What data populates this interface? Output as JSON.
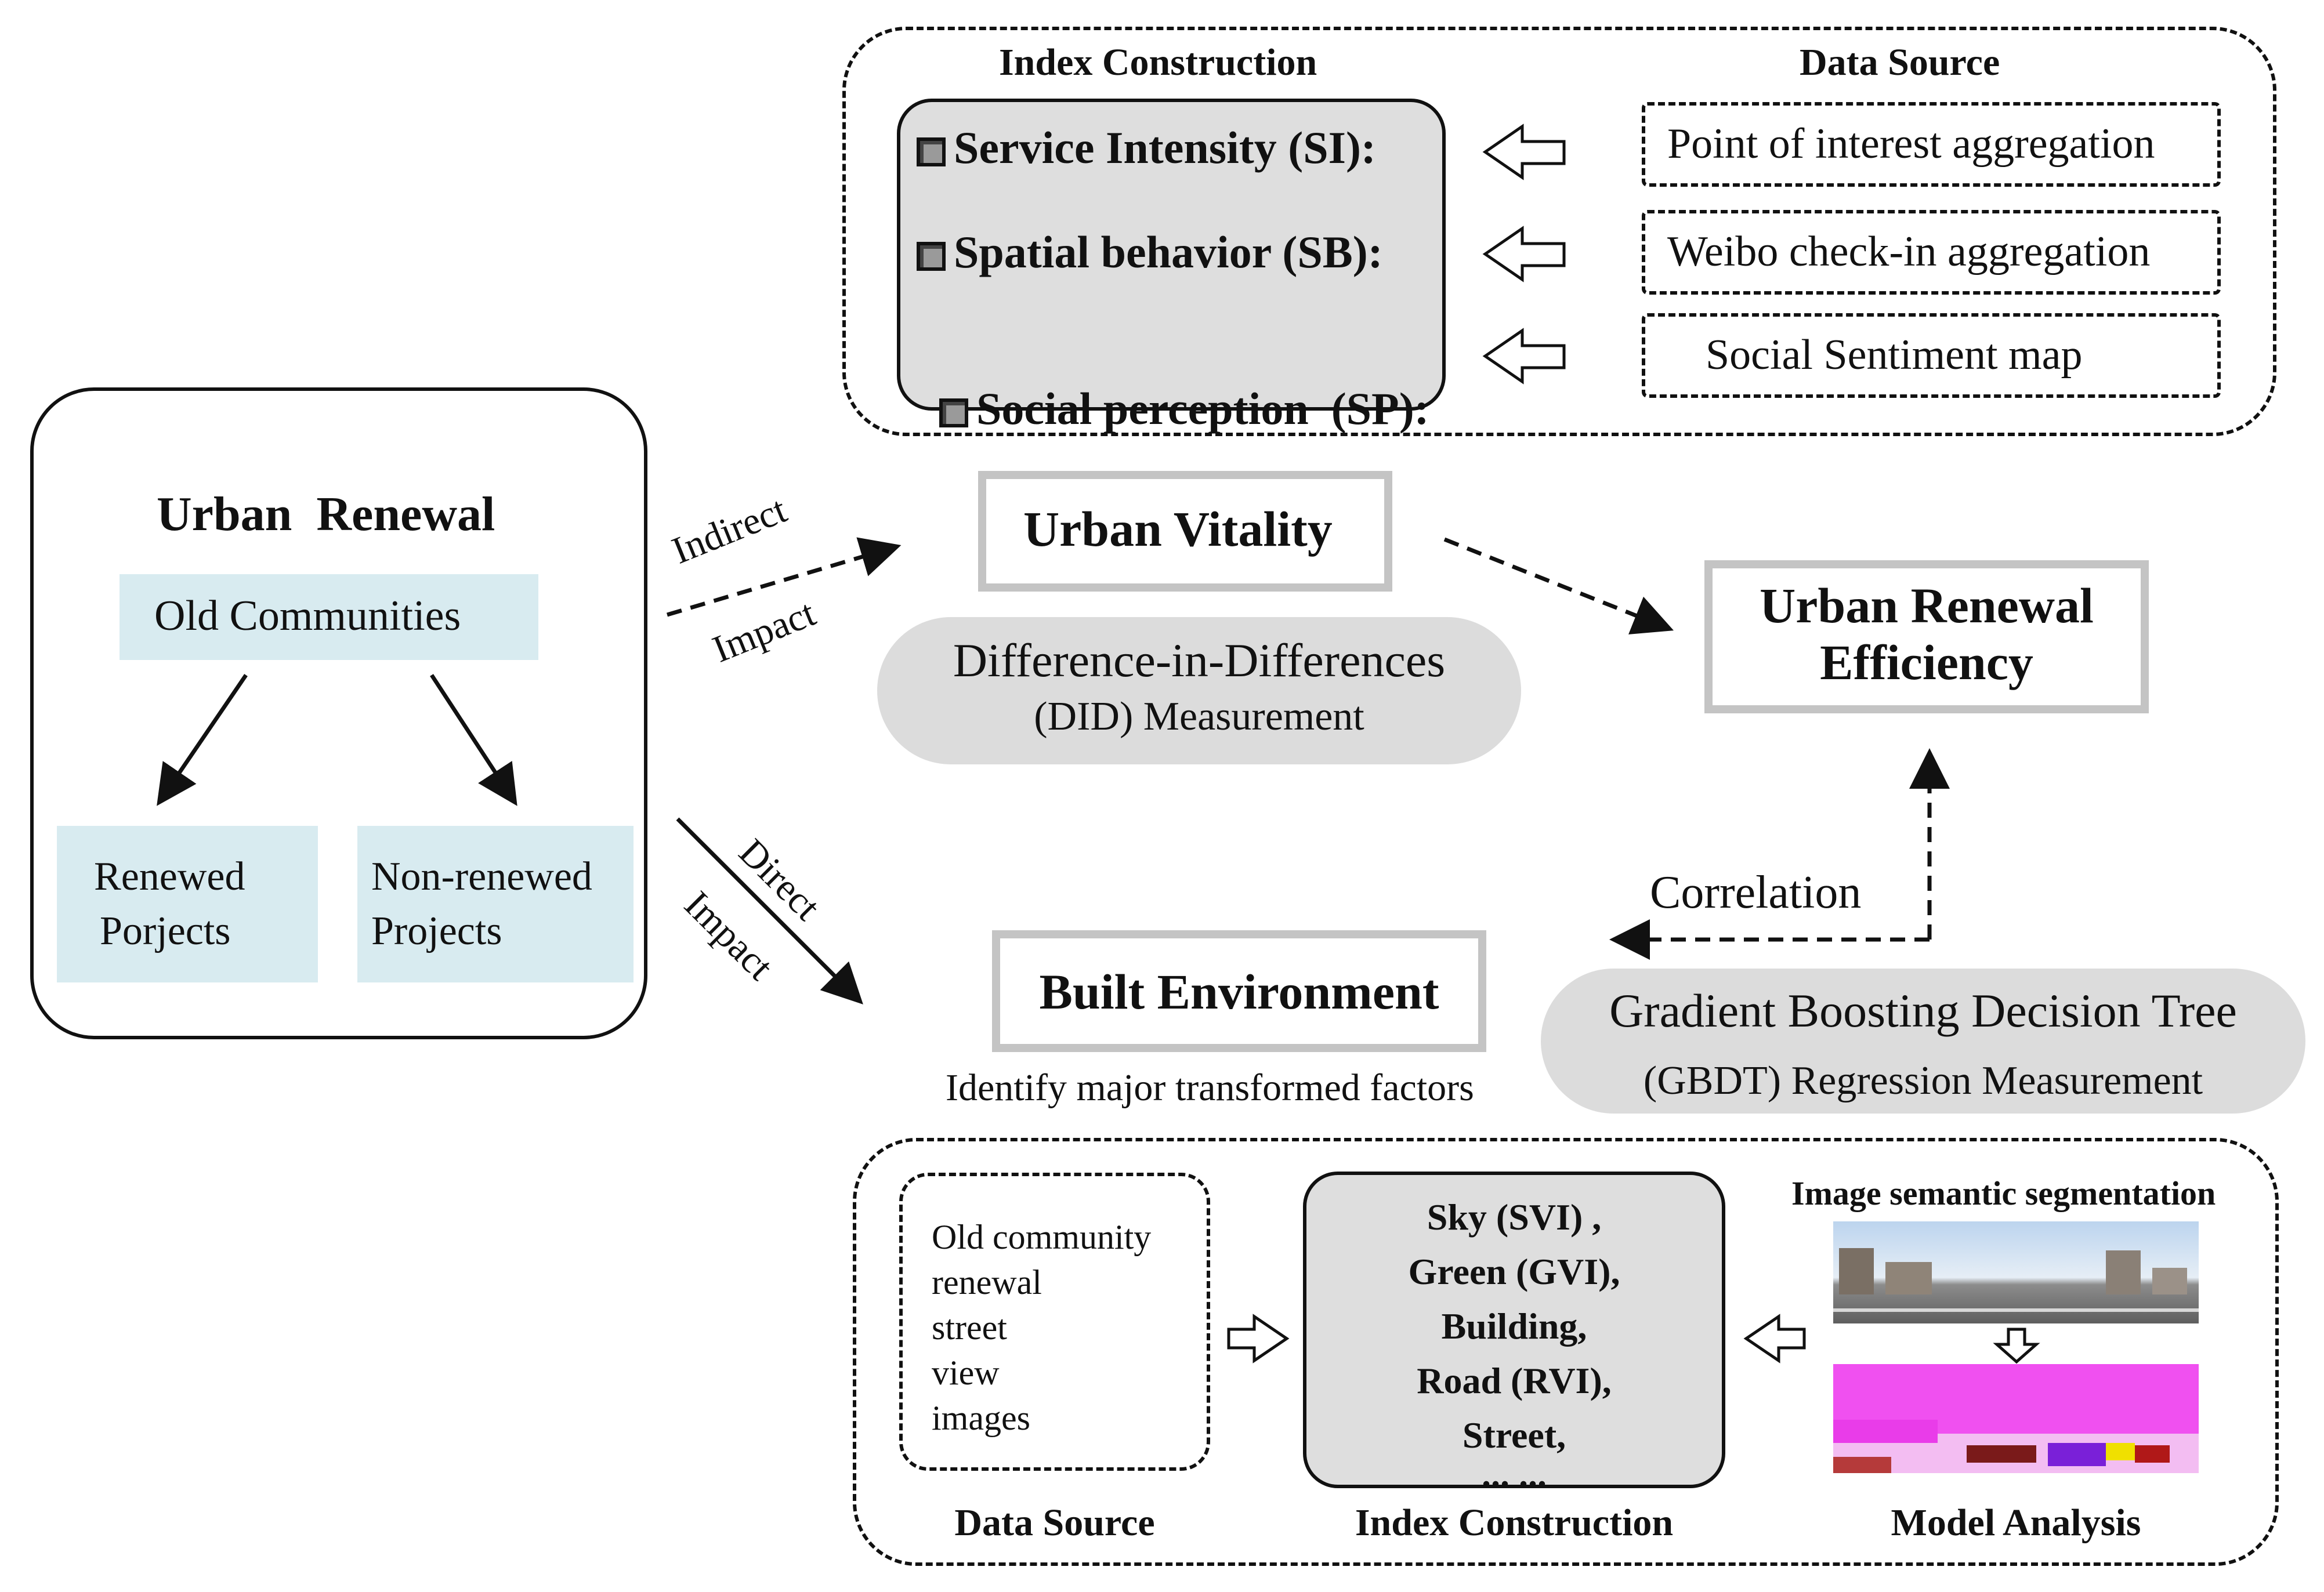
{
  "urban_renewal": {
    "title": "Urban  Renewal",
    "old_communities": "Old Communities",
    "renewed_line1": "Renewed",
    "renewed_line2": "Porjects",
    "nonrenewed_line1": "Non-renewed",
    "nonrenewed_line2": "Projects"
  },
  "impacts": {
    "indirect_line1": "Indirect",
    "indirect_line2": "Impact",
    "direct_line1": "Direct",
    "direct_line2": "Impact"
  },
  "top_panel": {
    "index_header": "Index Construction",
    "data_header": "Data Source",
    "index_items": [
      {
        "label": "Service Intensity (SI):"
      },
      {
        "label": "Spatial behavior (SB):"
      },
      {
        "label": "Social perception  (SP):"
      }
    ],
    "data_items": [
      "Point of interest aggregation",
      "Weibo check-in aggregation",
      "Social Sentiment map"
    ]
  },
  "urban_vitality": {
    "title": "Urban Vitality",
    "did_line1": "Difference-in-Differences",
    "did_line2": "(DID) Measurement"
  },
  "efficiency": {
    "line1": "Urban Renewal",
    "line2": "Efficiency"
  },
  "correlation": "Correlation",
  "built_environment": {
    "title": "Built Environment",
    "subtitle": "Identify major transformed factors"
  },
  "gbdt": {
    "line1": "Gradient Boosting Decision Tree",
    "line2": "(GBDT) Regression Measurement"
  },
  "bottom_panel": {
    "data_source_lines": [
      "Old community",
      "renewal",
      "street",
      "view",
      "images"
    ],
    "index_lines": [
      "Sky (SVI) ,",
      "Green (GVI),",
      "Building,",
      "Road (RVI),",
      "Street,",
      "... ..."
    ],
    "segmentation_title": "Image semantic segmentation",
    "label_data_source": "Data Source",
    "label_index": "Index Construction",
    "label_model": "Model Analysis"
  }
}
